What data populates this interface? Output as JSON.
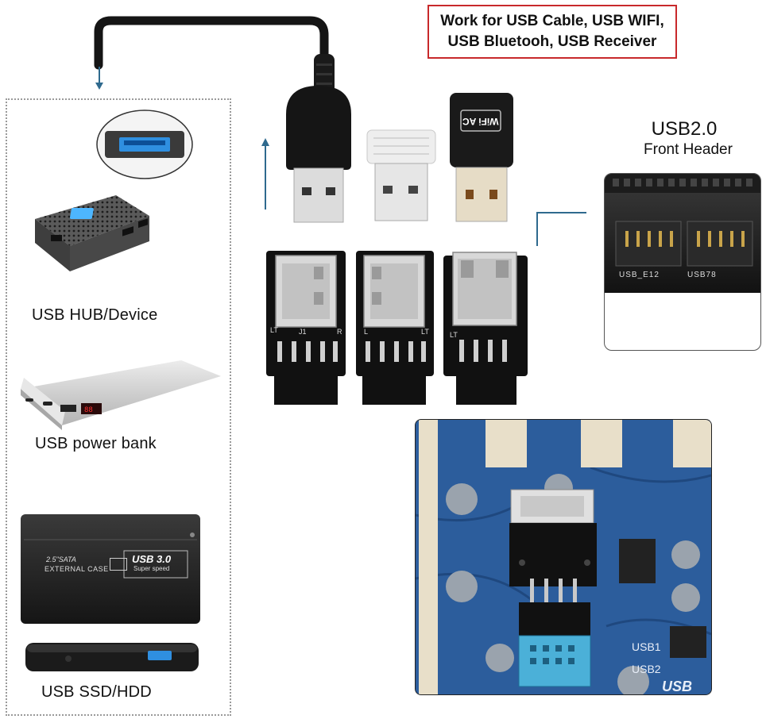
{
  "callout": {
    "line1": "Work for USB Cable, USB WIFI,",
    "line2": "USB Bluetooh, USB Receiver"
  },
  "devices": {
    "hub": "USB HUB/Device",
    "powerbank": "USB power bank",
    "ssd": "USB SSD/HDD"
  },
  "front_header": {
    "title": "USB2.0",
    "subtitle": "Front Header",
    "labels": [
      "USB_E12",
      "USB78"
    ]
  },
  "adapter_marks": [
    "LT",
    "J1",
    "R",
    "L",
    "LT",
    "LT"
  ],
  "wifi_logo": "WiFi AC",
  "enclosure": {
    "model": "2.5\"SATA",
    "name": "EXTERNAL CASE",
    "badge": "USB 3.0",
    "speed": "Super speed"
  },
  "board_labels": [
    "USB1",
    "USB2",
    "USB"
  ],
  "colors": {
    "callout_border": "#c8292b",
    "arrow": "#2f6a8e",
    "usb3_blue": "#2f8fe0",
    "board_blue": "#2c5d9c"
  }
}
